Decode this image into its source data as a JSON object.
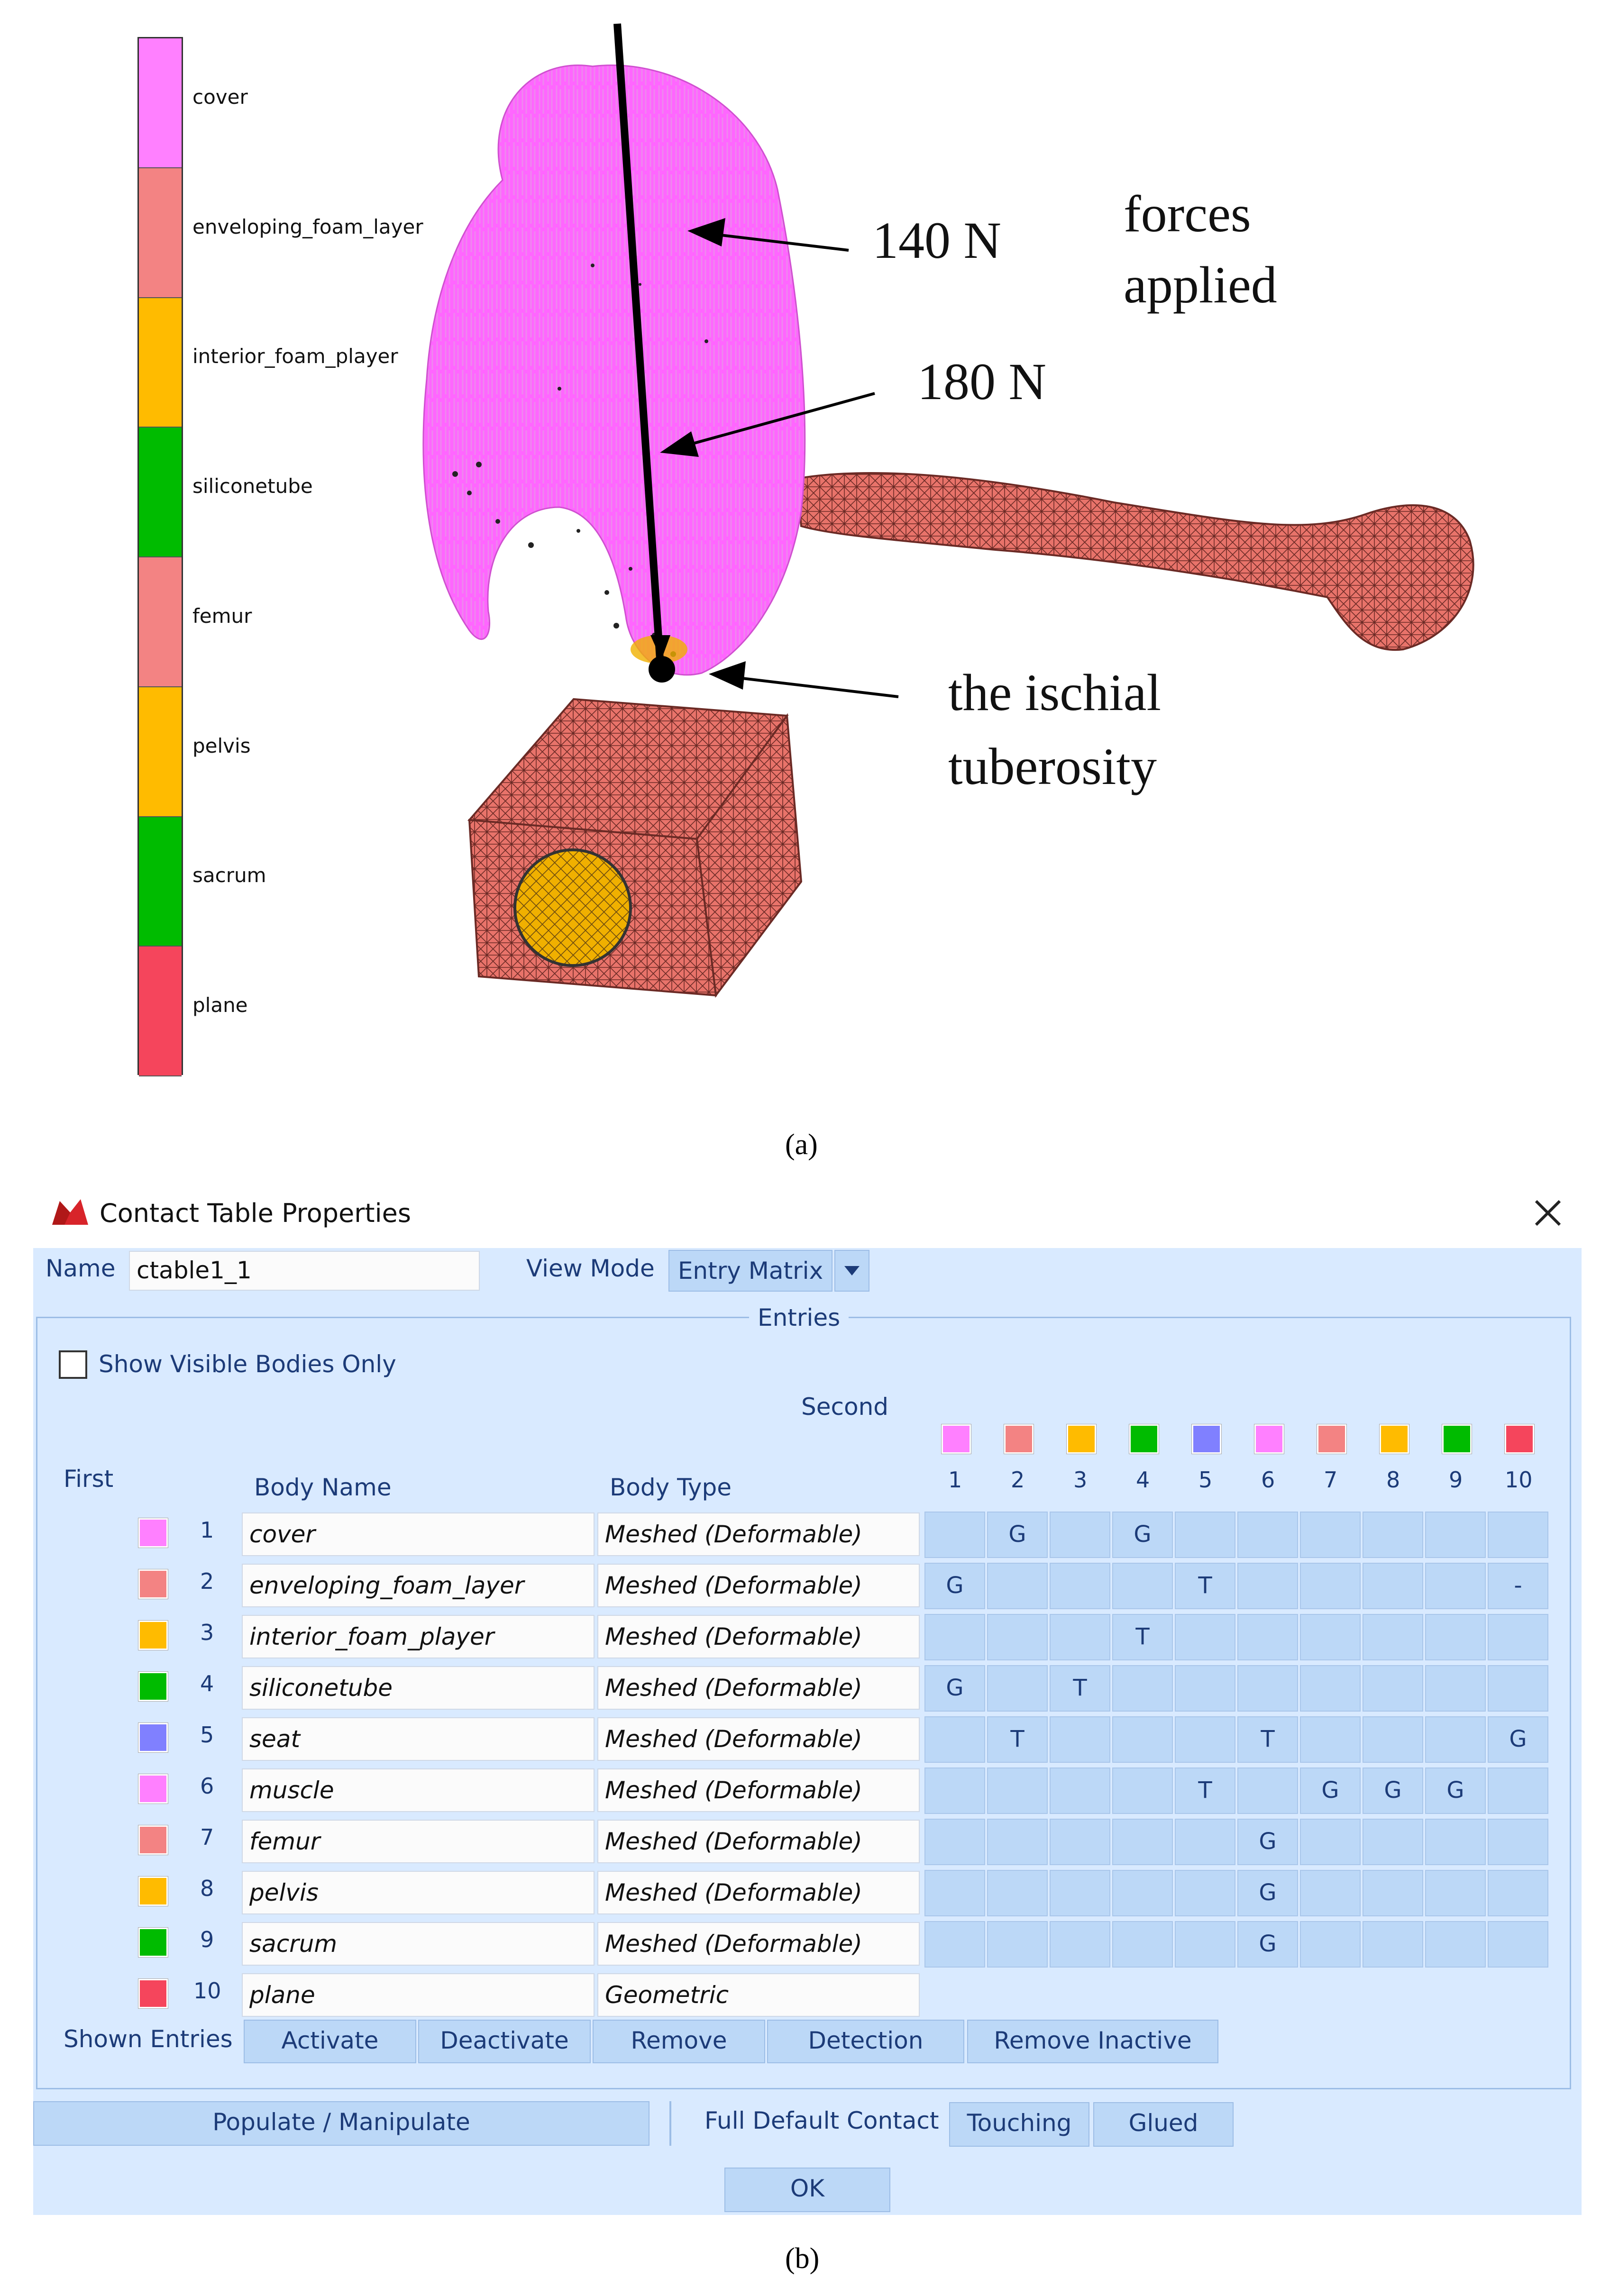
{
  "figure_a": {
    "legend": [
      {
        "label": "cover",
        "color": "#ff80ff"
      },
      {
        "label": "enveloping_foam_layer",
        "color": "#f38383"
      },
      {
        "label": "interior_foam_player",
        "color": "#ffbb00"
      },
      {
        "label": "siliconetube",
        "color": "#00bb00"
      },
      {
        "label": "femur",
        "color": "#f38383"
      },
      {
        "label": "pelvis",
        "color": "#ffbb00"
      },
      {
        "label": "sacrum",
        "color": "#00bb00"
      },
      {
        "label": "plane",
        "color": "#f5455c"
      }
    ],
    "annotations": {
      "force1": "140 N",
      "force2": "180 N",
      "forces_line1": "forces",
      "forces_line2": "applied",
      "ischial_line1": "the ischial",
      "ischial_line2": "tuberosity"
    },
    "caption": "(a)",
    "colors": {
      "cover": "#ff66ff",
      "bone": "#e8736a",
      "mesh": "#6b2a25",
      "foam": "#f0b000"
    }
  },
  "dialog": {
    "title": "Contact Table Properties",
    "close_icon": "close-icon",
    "name_label": "Name",
    "name_value": "ctable1_1",
    "view_mode_label": "View Mode",
    "view_mode_value": "Entry Matrix",
    "entries_label": "Entries",
    "show_visible_label": "Show Visible Bodies Only",
    "show_visible_checked": false,
    "second_label": "Second",
    "first_label": "First",
    "col_body_name": "Body Name",
    "col_body_type": "Body Type",
    "column_numbers": [
      "1",
      "2",
      "3",
      "4",
      "5",
      "6",
      "7",
      "8",
      "9",
      "10"
    ],
    "rows": [
      {
        "num": "1",
        "name": "cover",
        "type": "Meshed (Deformable)",
        "color": "#ff80ff",
        "cells": [
          "",
          "G",
          "",
          "G",
          "",
          "",
          "",
          "",
          "",
          ""
        ]
      },
      {
        "num": "2",
        "name": "enveloping_foam_layer",
        "type": "Meshed (Deformable)",
        "color": "#f38383",
        "cells": [
          "G",
          "",
          "",
          "",
          "T",
          "",
          "",
          "",
          "",
          "-"
        ]
      },
      {
        "num": "3",
        "name": "interior_foam_player",
        "type": "Meshed (Deformable)",
        "color": "#ffbb00",
        "cells": [
          "",
          "",
          "",
          "T",
          "",
          "",
          "",
          "",
          "",
          ""
        ]
      },
      {
        "num": "4",
        "name": "siliconetube",
        "type": "Meshed (Deformable)",
        "color": "#00bb00",
        "cells": [
          "G",
          "",
          "T",
          "",
          "",
          "",
          "",
          "",
          "",
          ""
        ]
      },
      {
        "num": "5",
        "name": "seat",
        "type": "Meshed (Deformable)",
        "color": "#8080ff",
        "cells": [
          "",
          "T",
          "",
          "",
          "",
          "T",
          "",
          "",
          "",
          "G"
        ]
      },
      {
        "num": "6",
        "name": "muscle",
        "type": "Meshed (Deformable)",
        "color": "#ff80ff",
        "cells": [
          "",
          "",
          "",
          "",
          "T",
          "",
          "G",
          "G",
          "G",
          ""
        ]
      },
      {
        "num": "7",
        "name": "femur",
        "type": "Meshed (Deformable)",
        "color": "#f38383",
        "cells": [
          "",
          "",
          "",
          "",
          "",
          "G",
          "",
          "",
          "",
          ""
        ]
      },
      {
        "num": "8",
        "name": "pelvis",
        "type": "Meshed (Deformable)",
        "color": "#ffbb00",
        "cells": [
          "",
          "",
          "",
          "",
          "",
          "G",
          "",
          "",
          "",
          ""
        ]
      },
      {
        "num": "9",
        "name": "sacrum",
        "type": "Meshed (Deformable)",
        "color": "#00bb00",
        "cells": [
          "",
          "",
          "",
          "",
          "",
          "G",
          "",
          "",
          "",
          ""
        ]
      },
      {
        "num": "10",
        "name": "plane",
        "type": "Geometric",
        "color": "#f5455c",
        "cells": null
      }
    ],
    "shown_entries_label": "Shown Entries",
    "buttons": {
      "activate": "Activate",
      "deactivate": "Deactivate",
      "remove": "Remove",
      "detection": "Detection",
      "remove_inactive": "Remove Inactive"
    },
    "populate_label": "Populate / Manipulate",
    "full_default_label": "Full Default Contact",
    "touching_label": "Touching",
    "glued_label": "Glued",
    "ok_label": "OK"
  },
  "caption_b": "(b)"
}
